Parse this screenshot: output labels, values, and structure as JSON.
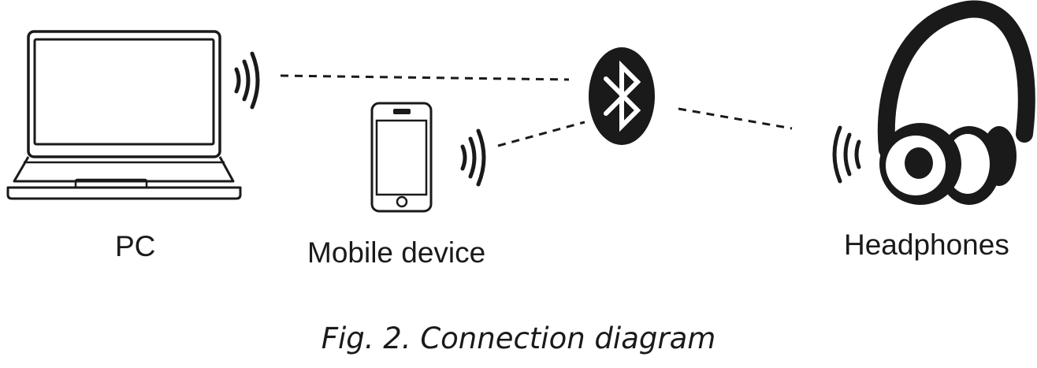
{
  "diagram": {
    "nodes": {
      "pc": {
        "label": "PC",
        "icon": "laptop-icon"
      },
      "mobile": {
        "label": "Mobile device",
        "icon": "smartphone-icon"
      },
      "headphones": {
        "label": "Headphones",
        "icon": "headphones-icon"
      },
      "hub": {
        "icon": "bluetooth-icon"
      }
    },
    "edges": [
      {
        "from": "pc",
        "to": "hub",
        "style": "dashed"
      },
      {
        "from": "mobile",
        "to": "hub",
        "style": "dashed"
      },
      {
        "from": "hub",
        "to": "headphones",
        "style": "dashed"
      }
    ],
    "caption": "Fig. 2. Connection diagram",
    "colors": {
      "ink": "#1a1a1a",
      "background": "#ffffff"
    }
  }
}
